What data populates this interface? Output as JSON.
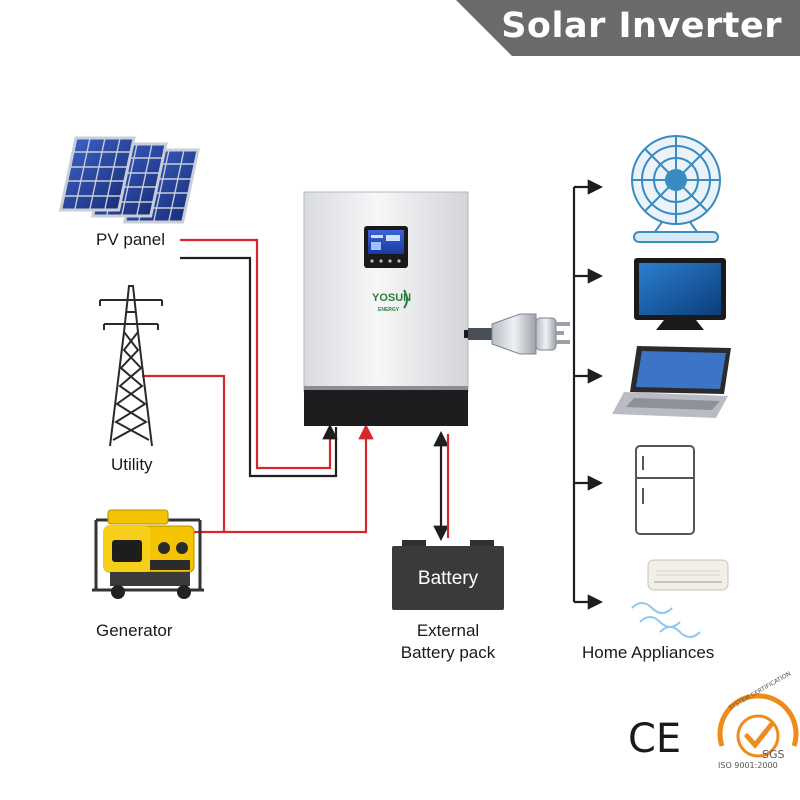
{
  "header": {
    "title": "Solar Inverter"
  },
  "sources": {
    "pv_panel": "PV panel",
    "utility": "Utility",
    "generator": "Generator"
  },
  "inverter": {
    "brand": "YOSUN",
    "brand_sub": "ENERGY"
  },
  "battery": {
    "box_label": "Battery",
    "caption_line1": "External",
    "caption_line2": "Battery pack"
  },
  "appliances": {
    "caption": "Home Appliances",
    "items": [
      "fan",
      "tv",
      "laptop",
      "refrigerator",
      "air-conditioner"
    ]
  },
  "certifications": {
    "ce": "CE",
    "iso_ring": "SYSTEM CERTIFICATION",
    "iso_bottom": "ISO 9001:2000",
    "sgs": "SGS"
  },
  "colors": {
    "ac_wire": "#d8262e",
    "dc_wire": "#1e1e1e",
    "banner": "#6b6b6b",
    "iso_orange": "#f08a1c"
  }
}
